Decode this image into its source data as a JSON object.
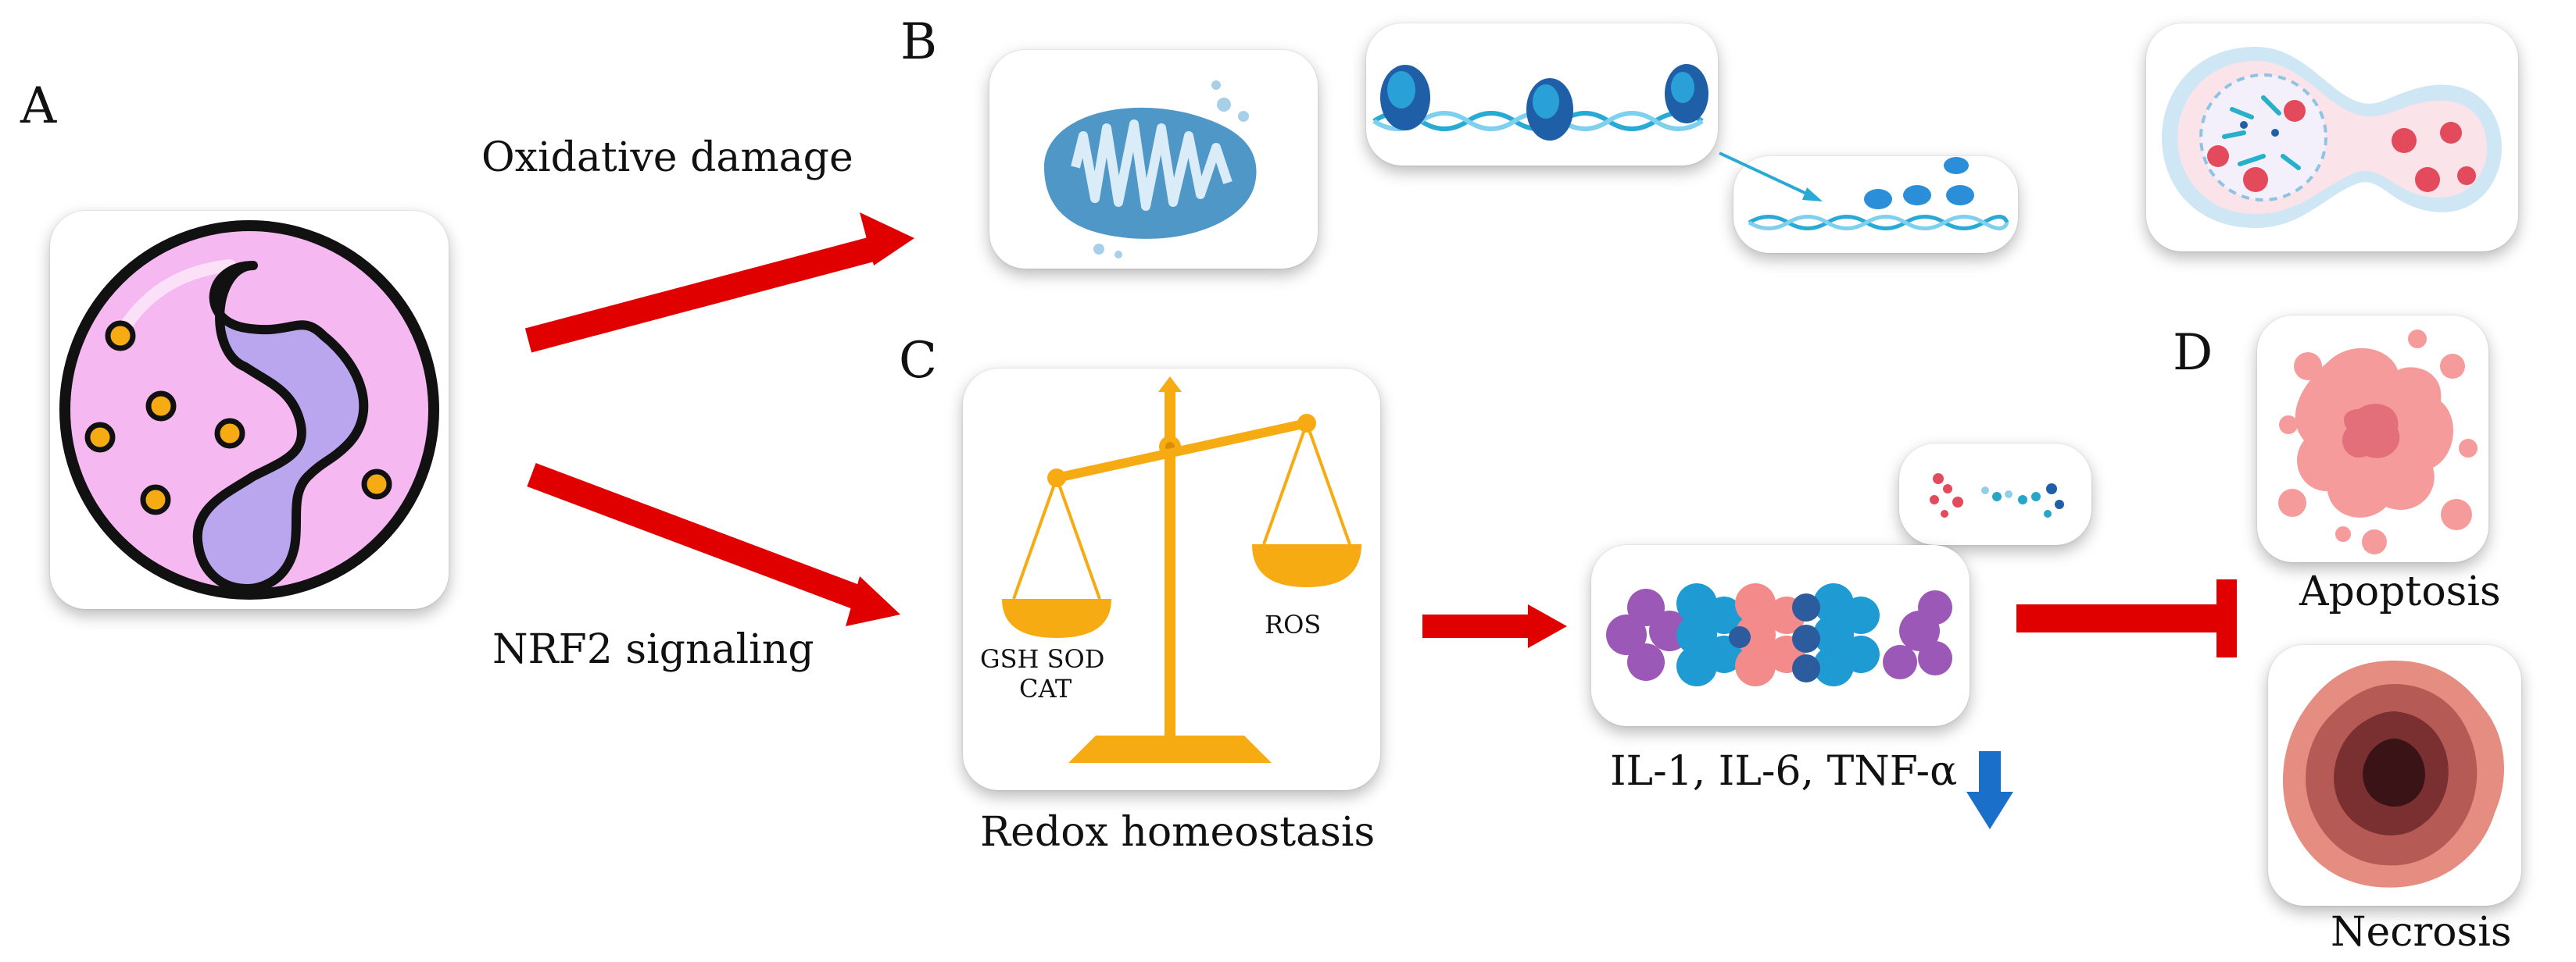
{
  "panels": {
    "a": "A",
    "b": "B",
    "c": "C",
    "d": "D"
  },
  "labels": {
    "oxidative_damage": "Oxidative damage",
    "nrf2_signaling": "NRF2 signaling",
    "redox_homeostasis": "Redox homeostasis",
    "cytokines": "IL-1, IL-6, TNF-α",
    "apoptosis": "Apoptosis",
    "necrosis": "Necrosis"
  },
  "scale": {
    "left_pan": "GSH  SOD",
    "left_pan_line2": "CAT",
    "right_pan": "ROS"
  },
  "colors": {
    "arrow_red": "#e00000",
    "down_arrow_blue": "#1a6fc9",
    "cell_fill": "#f5b8f0",
    "nucleus": "#b9a6ee",
    "scale_gold": "#f7ab12",
    "mito_blue": "#4f97c6"
  },
  "icons": [
    "neutrophil-cell-icon",
    "mitochondrion-icon",
    "dna-damage-icon",
    "cell-division-icon",
    "balance-scale-icon",
    "cytokine-molecules-icon",
    "protein-complex-icon",
    "apoptotic-cell-icon",
    "necrotic-cell-icon"
  ]
}
